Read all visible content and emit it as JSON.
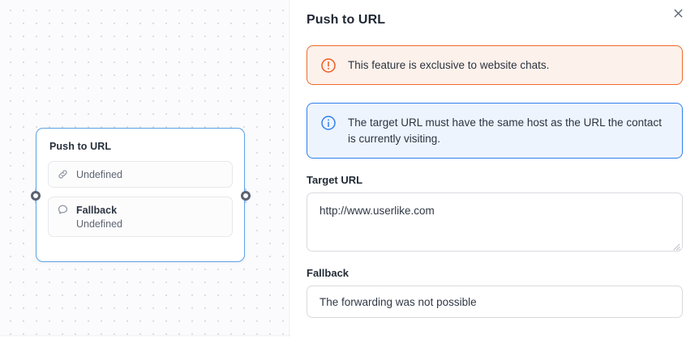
{
  "canvas": {
    "node": {
      "title": "Push to URL",
      "rows": [
        {
          "icon": "link-icon",
          "label": "Undefined",
          "sub": null
        },
        {
          "icon": "chat-bubble-icon",
          "label": "Fallback",
          "sub": "Undefined"
        }
      ],
      "handles": {
        "left": "input-handle",
        "right": "output-handle"
      },
      "border_color": "#5ba4e6"
    },
    "background_color": "#fbfafc",
    "dot_color": "#d9d7de"
  },
  "panel": {
    "title": "Push to URL",
    "close_icon": "close-icon",
    "alerts": [
      {
        "type": "warning",
        "icon": "exclamation-circle-icon",
        "text": "This feature is exclusive to website chats.",
        "border_color": "#ef6a2a",
        "background_color": "#fdf1eb"
      },
      {
        "type": "info",
        "icon": "info-circle-icon",
        "text": "The target URL must have the same host as the URL the contact is currently visiting.",
        "border_color": "#2f80ed",
        "background_color": "#eef4fd"
      }
    ],
    "fields": [
      {
        "label": "Target URL",
        "kind": "textarea",
        "value": "http://www.userlike.com",
        "placeholder": ""
      },
      {
        "label": "Fallback",
        "kind": "input",
        "value": "The forwarding was not possible",
        "placeholder": ""
      }
    ]
  }
}
